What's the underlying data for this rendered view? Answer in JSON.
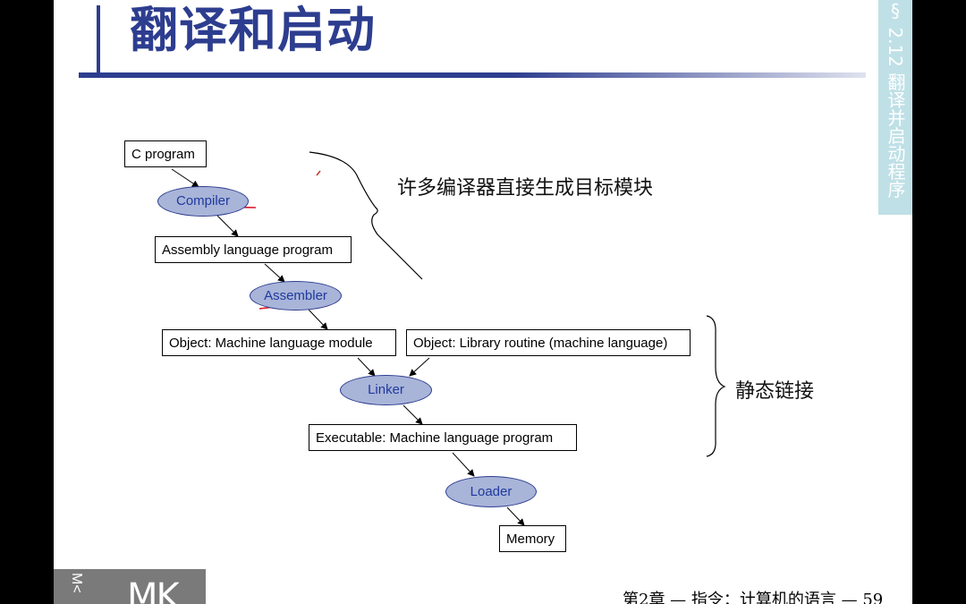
{
  "slide": {
    "title": "翻译和启动",
    "side_tab": "§ 2.12 翻译并启动程序",
    "footer": "第2章 — 指令：计算机的语言 — 59",
    "logo": "MK",
    "logo_side": "M<"
  },
  "diagram": {
    "boxes": {
      "c_program": "C program",
      "assembly": "Assembly language program",
      "object_module": "Object: Machine language module",
      "object_library": "Object: Library routine (machine language)",
      "executable": "Executable: Machine language program",
      "memory": "Memory"
    },
    "processes": {
      "compiler": "Compiler",
      "assembler": "Assembler",
      "linker": "Linker",
      "loader": "Loader"
    },
    "notes": {
      "compiler_note": "许多编译器直接生成目标模块",
      "static_linking": "静态链接"
    }
  }
}
